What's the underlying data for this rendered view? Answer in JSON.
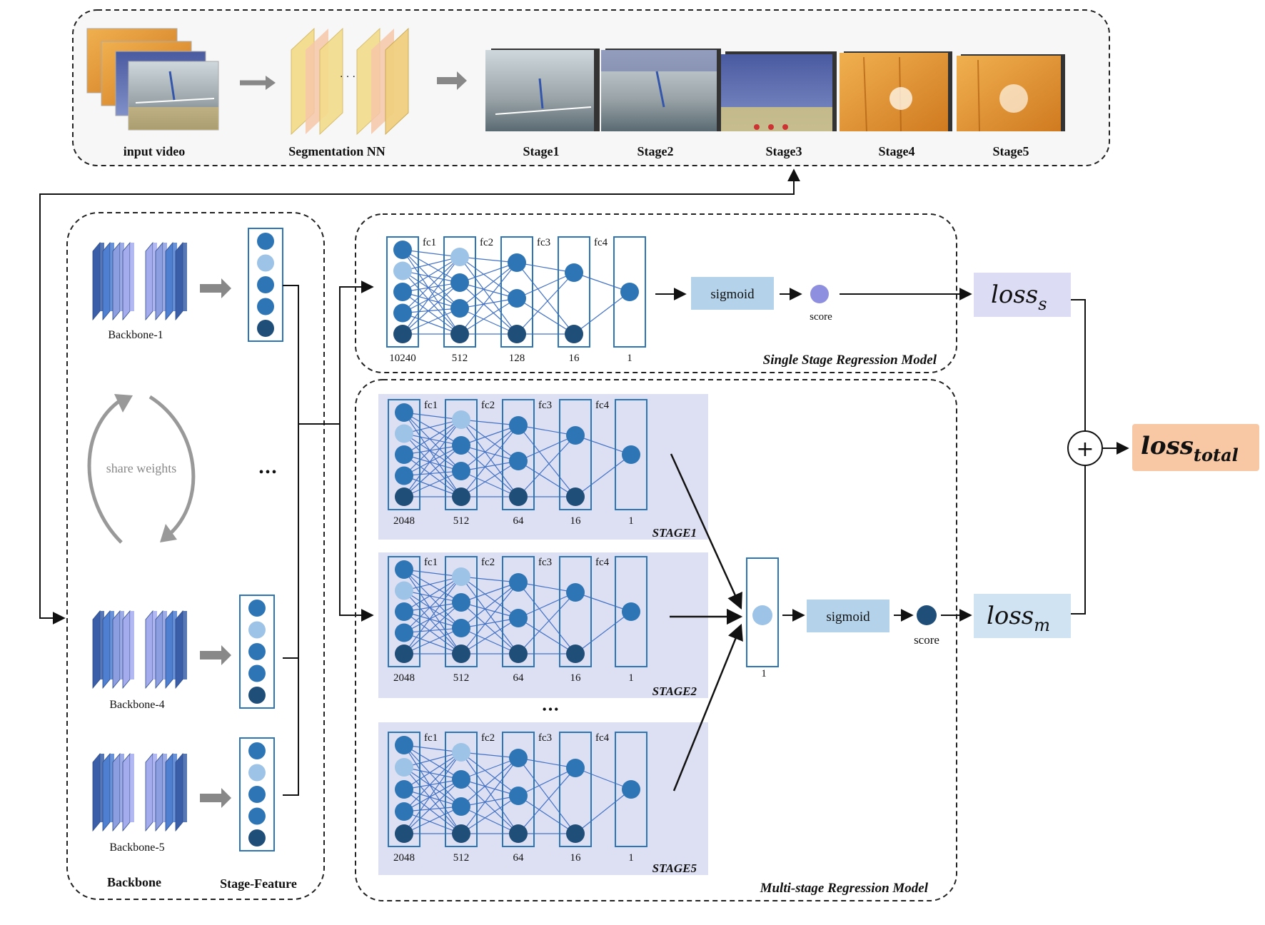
{
  "top": {
    "input_label": "input video",
    "seg_label": "Segmentation NN",
    "stages": [
      "Stage1",
      "Stage2",
      "Stage3",
      "Stage4",
      "Stage5"
    ]
  },
  "backbone": {
    "items": [
      "Backbone-1",
      "Backbone-4",
      "Backbone-5"
    ],
    "share_weights": "share weights",
    "title": "Backbone",
    "feature_title": "Stage-Feature",
    "ellipsis": "•••"
  },
  "single": {
    "fc_labels": [
      "fc1",
      "fc2",
      "fc3",
      "fc4"
    ],
    "sizes": [
      "10240",
      "512",
      "128",
      "16",
      "1"
    ],
    "sigmoid": "sigmoid",
    "score": "score",
    "caption": "Single Stage Regression Model"
  },
  "multi": {
    "stages": [
      {
        "name": "STAGE1",
        "fc_labels": [
          "fc1",
          "fc2",
          "fc3",
          "fc4"
        ],
        "sizes": [
          "2048",
          "512",
          "64",
          "16",
          "1"
        ]
      },
      {
        "name": "STAGE2",
        "fc_labels": [
          "fc1",
          "fc2",
          "fc3",
          "fc4"
        ],
        "sizes": [
          "2048",
          "512",
          "64",
          "16",
          "1"
        ]
      },
      {
        "name": "STAGE5",
        "fc_labels": [
          "fc1",
          "fc2",
          "fc3",
          "fc4"
        ],
        "sizes": [
          "2048",
          "512",
          "64",
          "16",
          "1"
        ]
      }
    ],
    "ellipsis": "•••",
    "combine_size": "1",
    "sigmoid": "sigmoid",
    "score": "score",
    "caption": "Multi-stage Regression Model"
  },
  "losses": {
    "loss_s_base": "loss",
    "loss_s_sub": "s",
    "loss_m_base": "loss",
    "loss_m_sub": "m",
    "plus": "+",
    "total_base": "loss",
    "total_sub": "total"
  },
  "colors": {
    "node_dark": "#1f4e79",
    "node_mid": "#2e75b6",
    "node_light": "#9dc3e6",
    "stage_panel": "#dde0f3",
    "sigmoid_box": "#b4d3ea",
    "loss_s_box": "#dcdcf5",
    "loss_m_box": "#cfe3f3",
    "loss_total_box": "#f8c8a4"
  }
}
